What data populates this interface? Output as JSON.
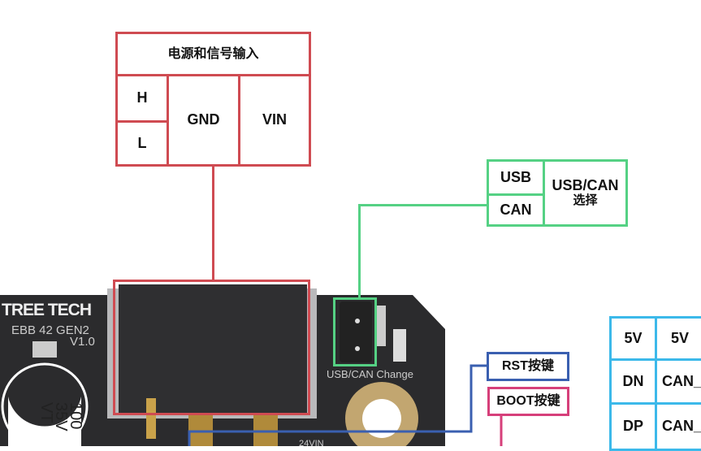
{
  "power_table": {
    "title": "电源和信号输入",
    "h": "H",
    "l": "L",
    "gnd": "GND",
    "vin": "VIN",
    "color": "#cf4b52"
  },
  "switch_table": {
    "usb": "USB",
    "can": "CAN",
    "desc_line1": "USB/CAN",
    "desc_line2": "选择",
    "color": "#55d184"
  },
  "rst_label": {
    "text": "RST按键",
    "color": "#3a5fb0"
  },
  "boot_label": {
    "text": "BOOT按键",
    "color": "#d63f7a"
  },
  "usb_table": {
    "rows": [
      [
        "5V",
        "5V"
      ],
      [
        "DN",
        "CAN_L"
      ],
      [
        "DP",
        "CAN_H"
      ]
    ],
    "color": "#3cb9ea"
  },
  "board": {
    "brand": "TREE TECH",
    "model": "EBB 42 GEN2",
    "version": "V1.0",
    "switch_silk": "USB/CAN Change",
    "cap_line1": "100",
    "cap_line2": "35V",
    "cap_line3": "VT",
    "vin_silk": "24VIN"
  }
}
